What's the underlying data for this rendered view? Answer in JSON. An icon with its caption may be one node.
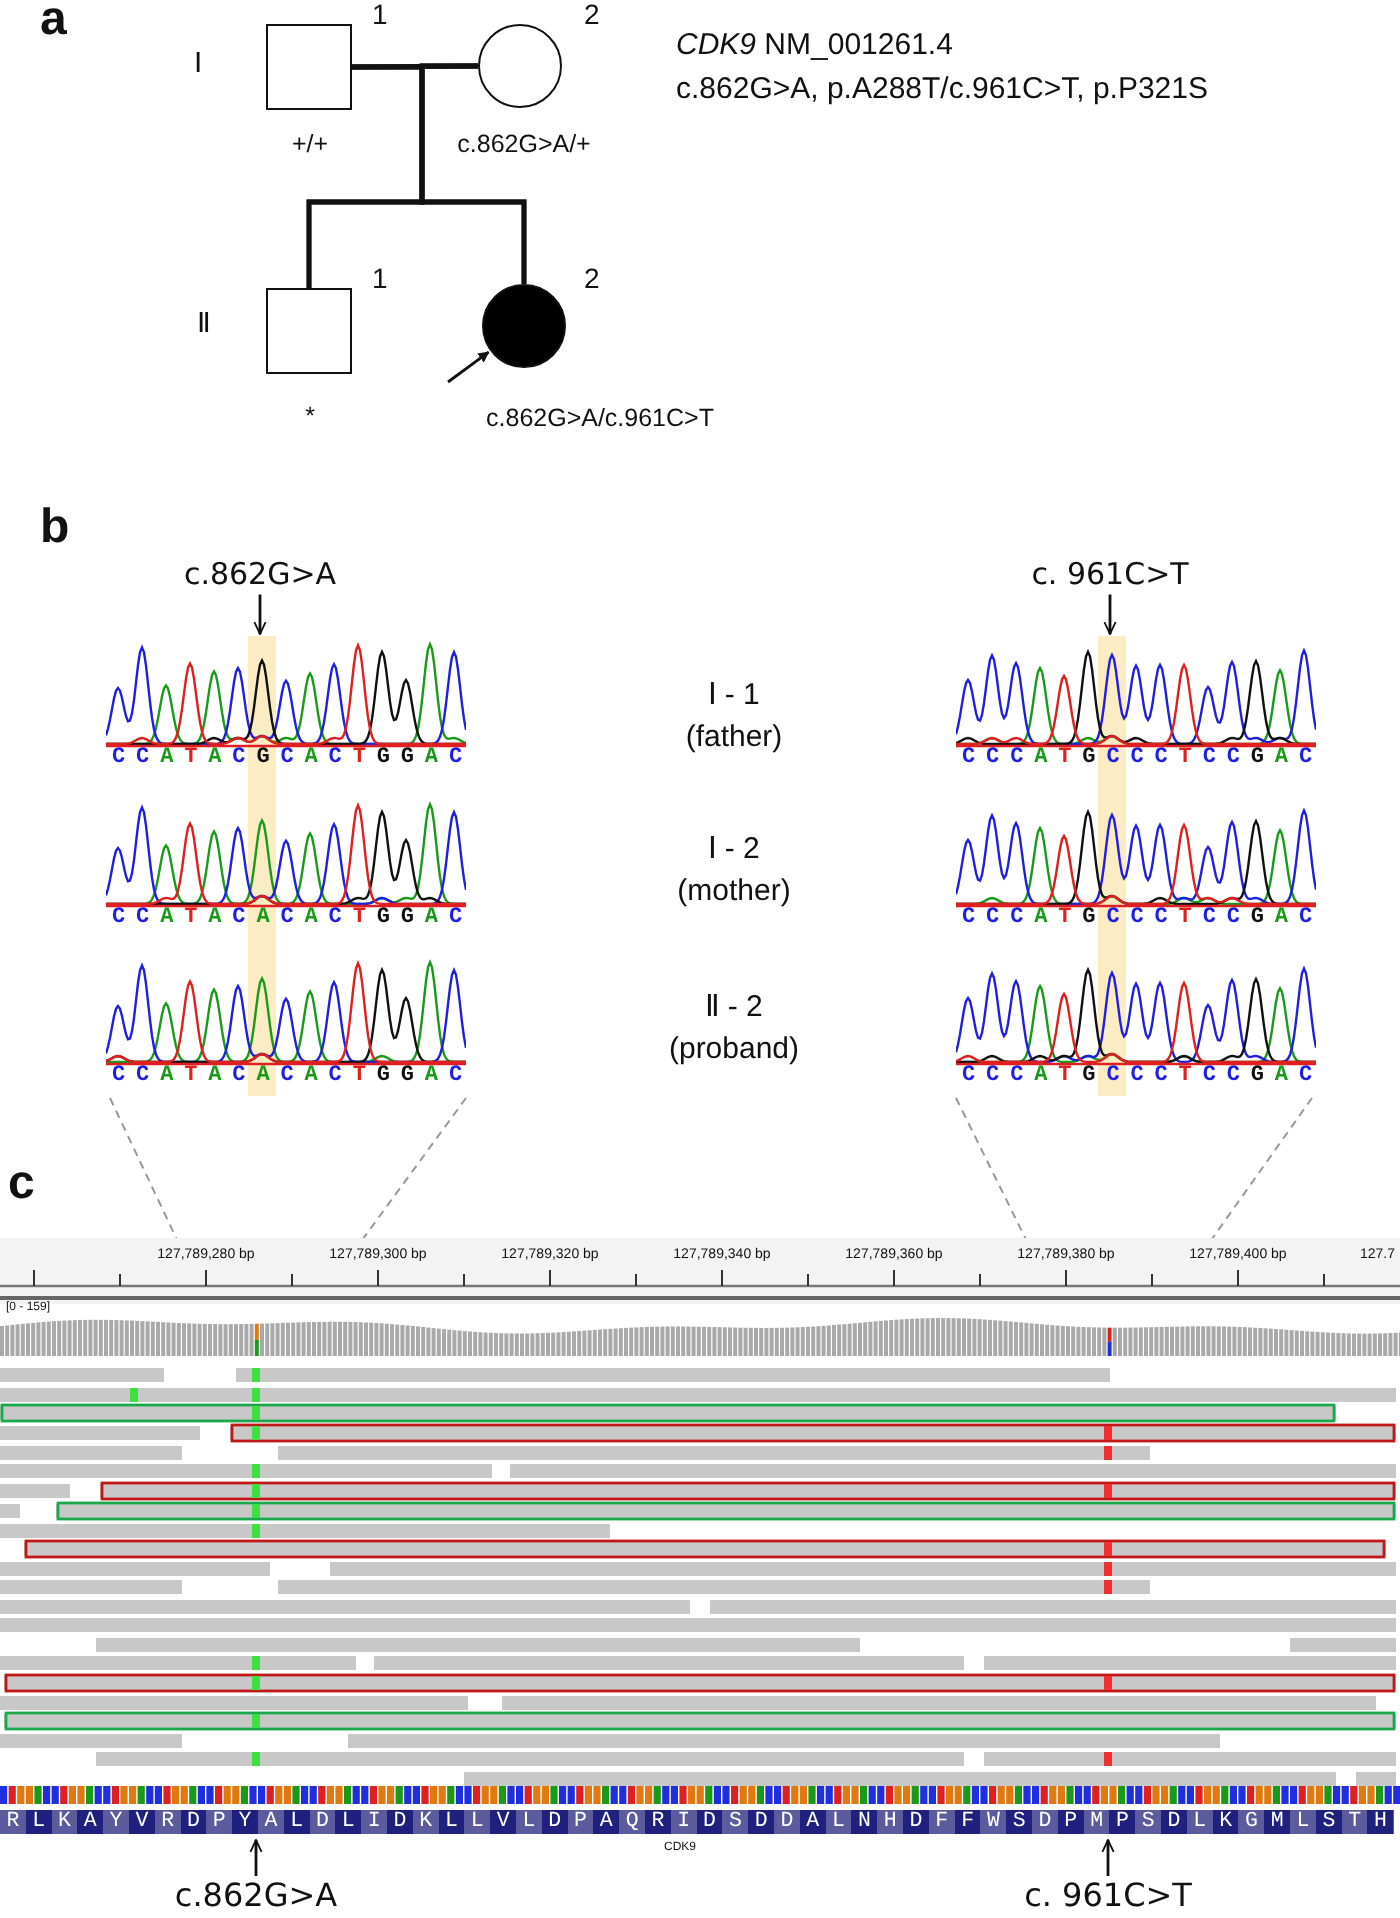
{
  "diagram": {
    "nodes": [
      {
        "text": [],
        "shape": "box",
        "beside": [
          "1",
          "+/+"
        ]
      },
      {
        "text": [],
        "shape": "circle",
        "beside": [
          "2",
          "c.862G>A/+"
        ]
      },
      {
        "text": [],
        "shape": "box",
        "beside": [
          "1",
          "*"
        ]
      },
      {
        "text": [],
        "shape": "circle",
        "beside": [
          "2",
          "c.862G>A/c.961C>T"
        ]
      },
      {
        "text": [
          "c.862G>A"
        ]
      },
      {
        "text": [
          "c. 961C>T"
        ]
      },
      {
        "text": [
          "C C A T A C G C A C T G G A C"
        ]
      },
      {
        "text": [
          "C C C A T G C C C T C C G A C"
        ]
      },
      {
        "text": [
          "C C A T A C A C A C T G G A C"
        ]
      },
      {
        "text": [
          "C C C A T G C C C T C C G A C"
        ]
      },
      {
        "text": [
          "C C A T A C A C A C T G G A C"
        ]
      },
      {
        "text": [
          "C C C A T G C C C T C C G A C"
        ]
      },
      {
        "text": [
          "c.862G>A"
        ]
      },
      {
        "text": [
          "c. 961C>T"
        ]
      },
      {
        "text": [
          "R L K A Y V R D P Y A L D L I D K L L V L D P A Q R I D S D D A L N H D F F W S D P M P S D L K G M L S T H"
        ]
      }
    ],
    "edges": [
      {
        "from": 0,
        "to": 1,
        "arrow": "none"
      },
      {
        "from": 0,
        "to": 2,
        "arrow": "none"
      },
      {
        "from": 0,
        "to": 3,
        "arrow": "none"
      },
      {
        "from": 1,
        "to": 2,
        "arrow": "none"
      },
      {
        "from": 1,
        "to": 3,
        "arrow": "none"
      },
      {
        "from": null,
        "to": 3,
        "arrow": "to"
      },
      {
        "from": 4,
        "to": 6,
        "arrow": "to"
      },
      {
        "from": 5,
        "to": 7,
        "arrow": "to"
      },
      {
        "from": 12,
        "to": 14,
        "arrow": "to"
      },
      {
        "from": 13,
        "to": 14,
        "arrow": "to"
      }
    ],
    "labels": [
      "a",
      "*CDK9* NM_001261.4",
      "c.862G>A, p.A288T/c.961C>T, p.P321S",
      "Ⅰ",
      "Ⅱ",
      "b",
      "Ⅰ - 1",
      "(father)",
      "Ⅰ - 2",
      "(mother)",
      "Ⅱ - 2",
      "(proband)",
      "c",
      "127,789,280 bp",
      "127,789,300 bp",
      "127,789,320 bp",
      "127,789,340 bp",
      "127,789,360 bp",
      "127,789,380 bp",
      "127,789,400 bp",
      "127.7",
      "[0 - 159]",
      "CDK9"
    ]
  }
}
